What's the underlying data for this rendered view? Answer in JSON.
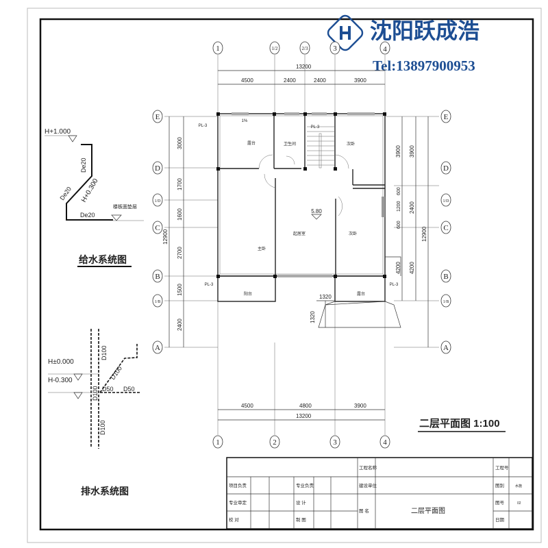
{
  "logo": {
    "company": "沈阳跃成浩",
    "tel": "Tel:13897900953",
    "color": "#1d4e93"
  },
  "axes": {
    "vertical": [
      "1",
      "1/2",
      "2/3",
      "3",
      "4"
    ],
    "vertical_bottom": [
      "1",
      "2",
      "3",
      "4"
    ],
    "horizontal": [
      "E",
      "D",
      "1/D",
      "C",
      "B",
      "1/B",
      "A"
    ]
  },
  "dims": {
    "top_total": "13200",
    "top": [
      "4500",
      "2400",
      "2400",
      "3900"
    ],
    "bottom": [
      "4500",
      "4800",
      "3900"
    ],
    "bottom_total": "13200",
    "left": [
      "3000",
      "1700",
      "1600",
      "2700",
      "1500",
      "2400"
    ],
    "left_total": "12900",
    "right_inner": [
      "3900",
      "600",
      "1200",
      "600",
      "4200"
    ],
    "right_mid": [
      "3900",
      "2400",
      "4200"
    ],
    "right_total": "12900",
    "balcony": "1320",
    "balcony_v": "1320"
  },
  "rooms": {
    "terrace_n": "露台",
    "bath": "卫生间",
    "bed2_n": "次卧",
    "living": "起居室",
    "master": "主卧",
    "bed2_s": "次卧",
    "balcony": "阳台",
    "terrace_s": "露台"
  },
  "plan": {
    "elevation": "5.80",
    "pl1": "PL-3",
    "pl2": "PL-3",
    "pl3": "PL-3",
    "pl4": "PL-3",
    "slope": "1%"
  },
  "supply": {
    "title": "给水系统图",
    "h1": "H+1.000",
    "h2": "H+0.300",
    "floor": "楼板面垫层",
    "p1": "De20",
    "p2": "De20",
    "p3": "De20"
  },
  "drain": {
    "title": "排水系统图",
    "h1": "H±0.000",
    "h2": "H-0.300",
    "p1": "D100",
    "p2": "D100",
    "p3": "D100",
    "p4": "D100",
    "p5": "D50",
    "p6": "D50"
  },
  "drawing_title": "二层平面图 1:100",
  "title_block": {
    "project_name": "工程名称",
    "project_no": "工程号",
    "lead": "项目负责",
    "discipline_lead": "专业负责",
    "client": "建设单位",
    "drawing_type": "图别",
    "drawing_type_val": "水施",
    "review": "专业审定",
    "design": "设 计",
    "drawing_name": "图 名",
    "drawing_name_val": "二层平面图",
    "drawing_no": "图号",
    "drawing_no_val": "02",
    "check": "校 对",
    "draft": "制 图",
    "date": "日期"
  }
}
